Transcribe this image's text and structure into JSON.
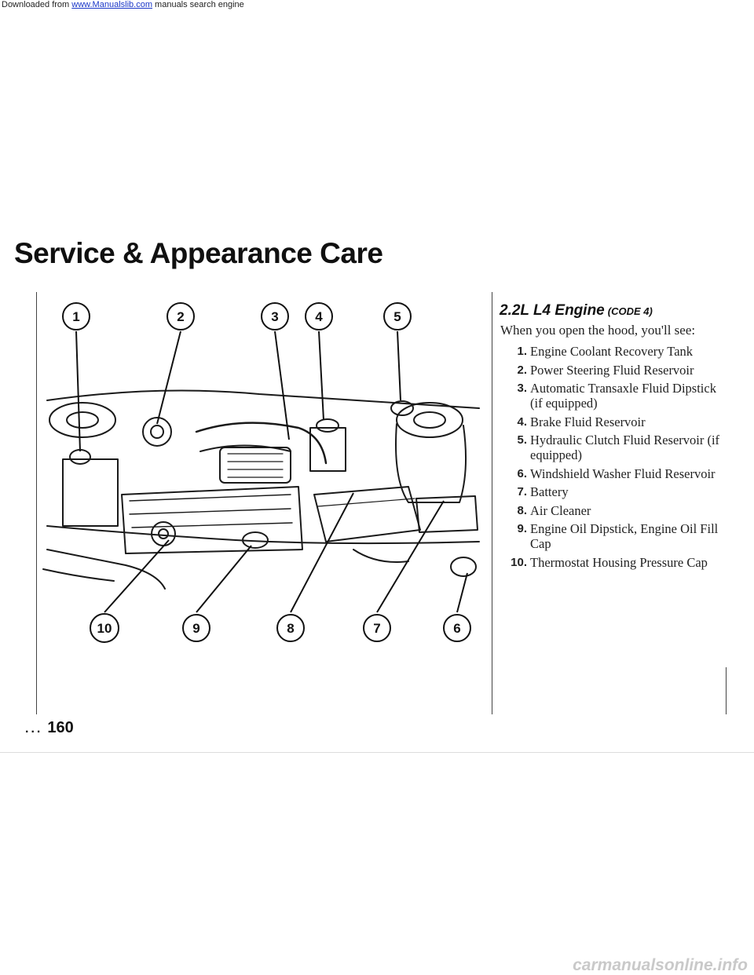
{
  "watermark_top": {
    "prefix": "Downloaded from",
    "link_text": "www.Manualslib.com",
    "suffix": "manuals search engine"
  },
  "section_title": "Service & Appearance Care",
  "diagram": {
    "top_callouts": [
      "1",
      "2",
      "3",
      "4",
      "5"
    ],
    "bottom_callouts": [
      "10",
      "9",
      "8",
      "7",
      "6"
    ]
  },
  "engine": {
    "title": "2.2L L4 Engine",
    "code": "(CODE 4)",
    "intro": "When you open the hood, you'll see:",
    "items": [
      {
        "num": "1.",
        "text": "Engine Coolant Recovery Tank"
      },
      {
        "num": "2.",
        "text": "Power Steering Fluid Reservoir"
      },
      {
        "num": "3.",
        "text": "Automatic Transaxle Fluid Dipstick (if equipped)"
      },
      {
        "num": "4.",
        "text": "Brake Fluid Reservoir"
      },
      {
        "num": "5.",
        "text": "Hydraulic Clutch Fluid Reservoir (if equipped)"
      },
      {
        "num": "6.",
        "text": "Windshield Washer Fluid Reservoir"
      },
      {
        "num": "7.",
        "text": "Battery"
      },
      {
        "num": "8.",
        "text": "Air Cleaner"
      },
      {
        "num": "9.",
        "text": "Engine Oil Dipstick, Engine Oil Fill Cap"
      },
      {
        "num": "10.",
        "text": "Thermostat Housing Pressure Cap"
      }
    ]
  },
  "page_number": "160",
  "page_dots": "...",
  "watermark_bottom": "carmanualsonline.info"
}
